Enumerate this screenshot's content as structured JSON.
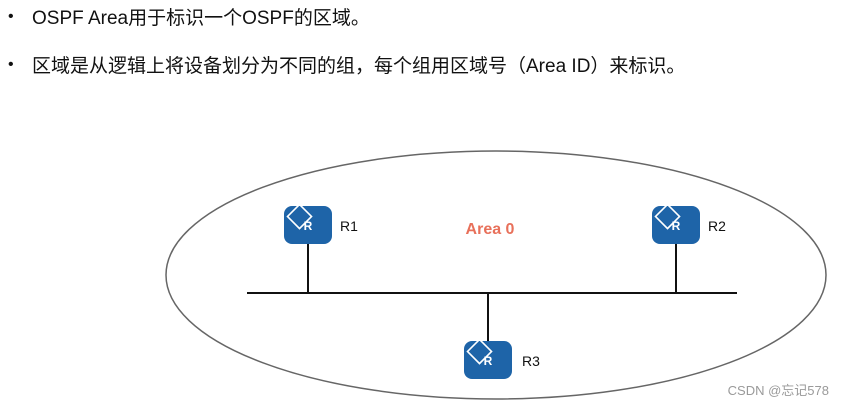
{
  "bullets": [
    {
      "text": "OSPF Area用于标识一个OSPF的区域。"
    },
    {
      "text": "区域是从逻辑上将设备划分为不同的组，每个组用区域号（Area ID）来标识。"
    }
  ],
  "bullet_symbol": "•",
  "diagram": {
    "area_label": "Area 0",
    "routers": [
      {
        "name": "R1",
        "icon": "router-icon"
      },
      {
        "name": "R2",
        "icon": "router-icon"
      },
      {
        "name": "R3",
        "icon": "router-icon"
      }
    ],
    "router_glyph": "R",
    "colors": {
      "router_fill": "#1E64A8",
      "area_label": "#E8705A",
      "ellipse_stroke": "#666666",
      "link_stroke": "#111111"
    }
  },
  "watermark": "CSDN @忘记578"
}
